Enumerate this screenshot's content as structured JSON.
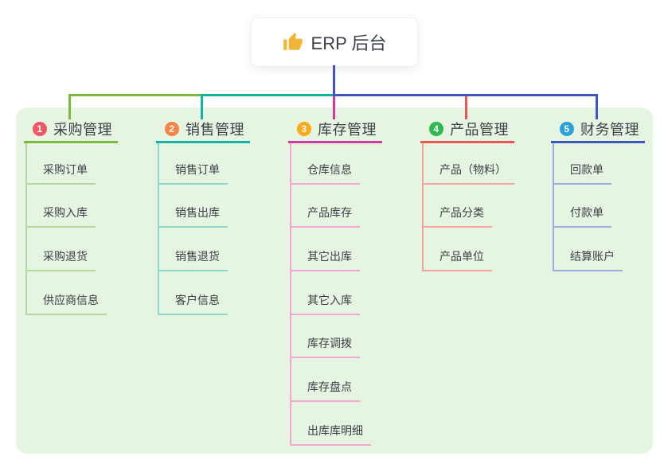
{
  "root": {
    "label": "ERP 后台",
    "icon": "thumbs-up-icon",
    "icon_color": "#f2b636"
  },
  "connector_color": "#3f55c4",
  "board_color": "#e6f4e2",
  "branches": [
    {
      "number": "1",
      "label": "采购管理",
      "color": "#7cb93e",
      "badge_color": "#f25765",
      "light_color": "#b6d99b",
      "children": [
        "采购订单",
        "采购入库",
        "采购退货",
        "供应商信息"
      ]
    },
    {
      "number": "2",
      "label": "销售管理",
      "color": "#14b2a2",
      "badge_color": "#f98248",
      "light_color": "#8ed8cd",
      "children": [
        "销售订单",
        "销售出库",
        "销售退货",
        "客户信息"
      ]
    },
    {
      "number": "3",
      "label": "库存管理",
      "color": "#d8379f",
      "badge_color": "#fbaa1c",
      "light_color": "#f4a6d3",
      "children": [
        "仓库信息",
        "产品库存",
        "其它出库",
        "其它入库",
        "库存调拨",
        "库存盘点",
        "出库库明细"
      ]
    },
    {
      "number": "4",
      "label": "产品管理",
      "color": "#f05353",
      "badge_color": "#2eb950",
      "light_color": "#f6a3a0",
      "children": [
        "产品（物料）",
        "产品分类",
        "产品单位"
      ]
    },
    {
      "number": "5",
      "label": "财务管理",
      "color": "#3f55c4",
      "badge_color": "#28a2da",
      "light_color": "#9dabde",
      "children": [
        "回款单",
        "付款单",
        "结算账户"
      ]
    }
  ]
}
